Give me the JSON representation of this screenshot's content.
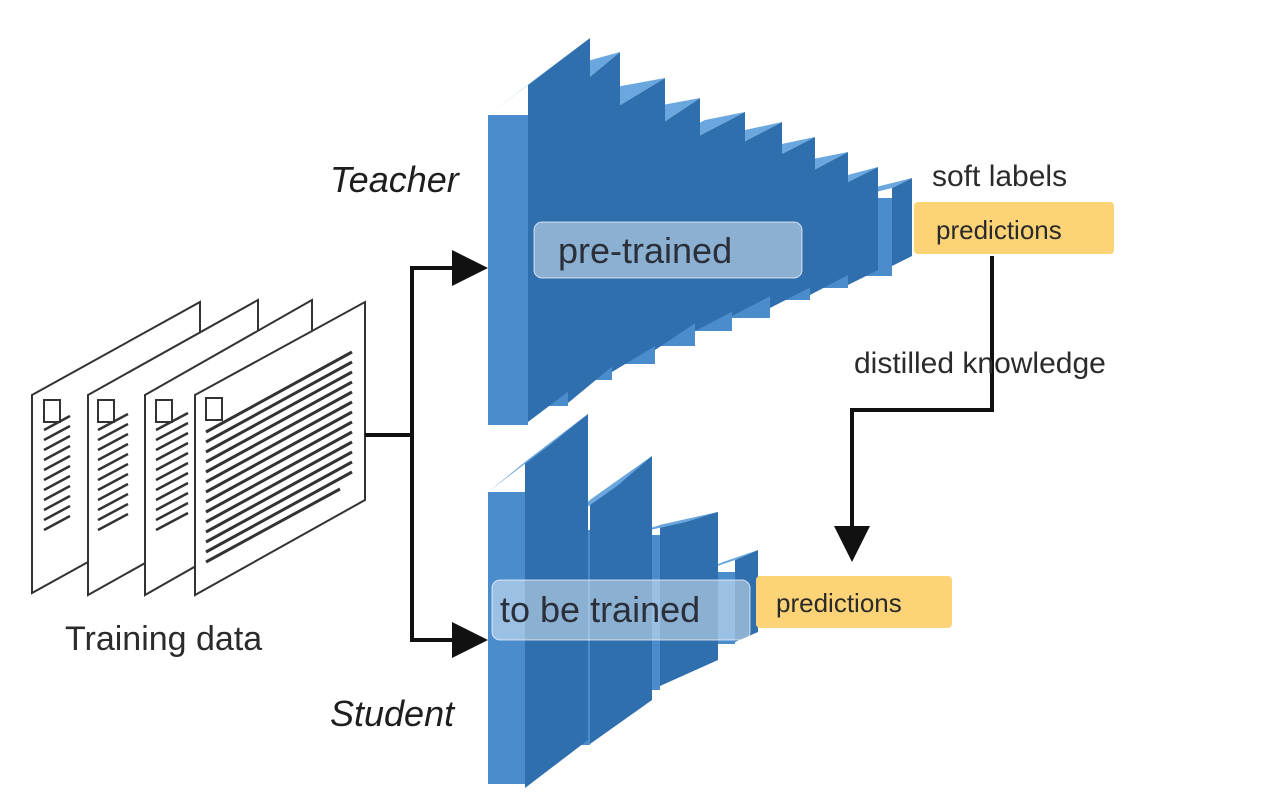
{
  "teacher": {
    "label": "Teacher",
    "state": "pre-trained",
    "output_tag": "soft labels",
    "output_label": "predictions"
  },
  "student": {
    "label": "Student",
    "state": "to be trained",
    "output_label": "predictions"
  },
  "transfer_label": "distilled knowledge",
  "input_label": "Training data",
  "colors": {
    "layer_front": "#4a8ccc",
    "layer_side": "#2f6fae",
    "layer_top": "#6aa7de",
    "prediction_box": "#fcd477",
    "arrow": "#111111"
  },
  "icons": [
    "document-icon"
  ]
}
